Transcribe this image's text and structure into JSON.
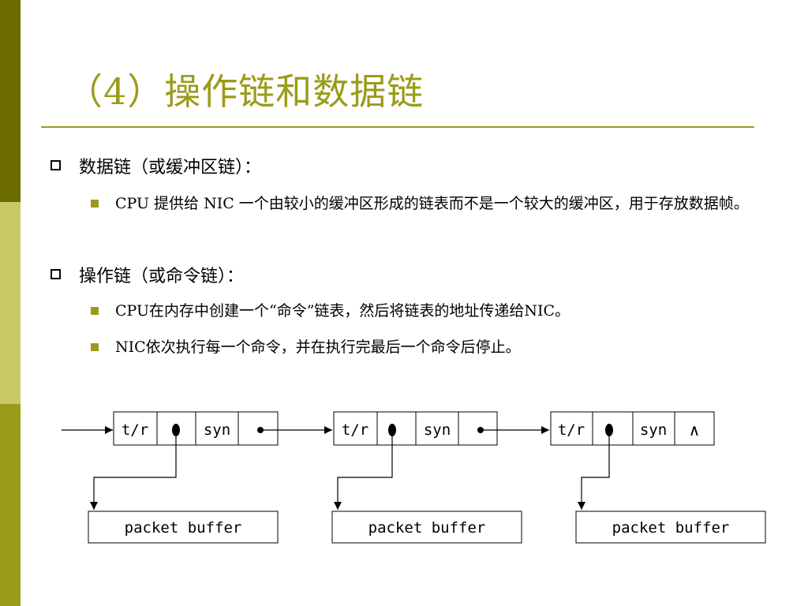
{
  "slide": {
    "title": "（4）操作链和数据链",
    "accent_color": "#9b9b1a",
    "sidebar_colors": [
      "#6b6b00",
      "#c8c864",
      "#9b9b1a"
    ]
  },
  "items": [
    {
      "text": "数据链（或缓冲区链）：",
      "subitems": [
        "CPU 提供给 NIC 一个由较小的缓冲区形成的链表而不是一个较大的缓冲区，用于存放数据帧。"
      ]
    },
    {
      "text": "操作链（或命令链）：",
      "subitems": [
        "CPU在内存中创建一个“命令”链表，然后将链表的地址传递给NIC。",
        "NIC依次执行每一个命令，并在执行完最后一个命令后停止。"
      ]
    }
  ],
  "diagram": {
    "nodes": [
      {
        "field1": "t/r",
        "field2": "syn",
        "buffer": "packet buffer",
        "next": "pointer"
      },
      {
        "field1": "t/r",
        "field2": "syn",
        "buffer": "packet buffer",
        "next": "pointer"
      },
      {
        "field1": "t/r",
        "field2": "syn",
        "buffer": "packet buffer",
        "next": "∧"
      }
    ]
  }
}
